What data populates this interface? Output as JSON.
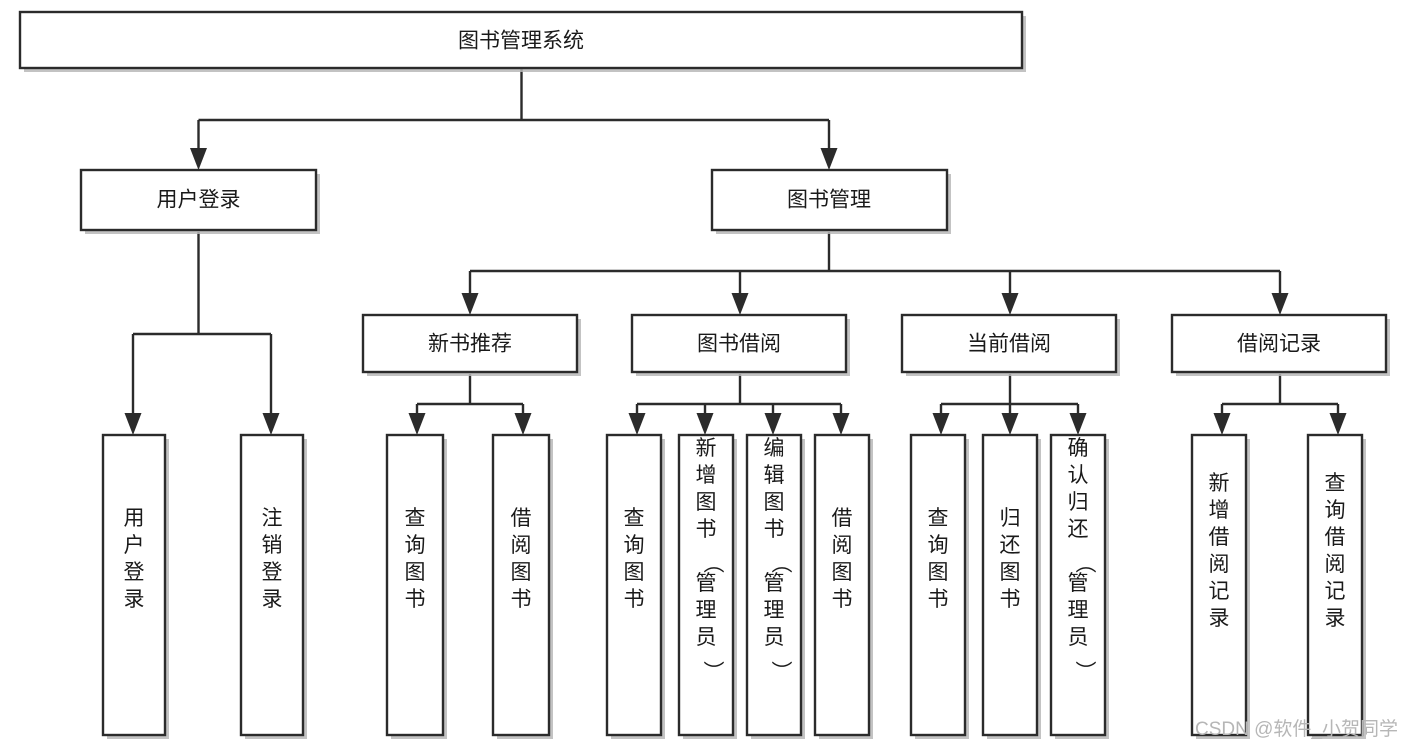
{
  "diagram": {
    "title": "图书管理系统",
    "type": "tree-hierarchy",
    "watermark": "CSDN @软件_小贺同学",
    "colors": {
      "stroke": "#2b2b2b",
      "fill": "#ffffff",
      "text": "#1a1a1a",
      "watermark": "#b6b6b6",
      "shadow": "#b9b9b9"
    },
    "nodes": {
      "root": {
        "label": "图书管理系统"
      },
      "level2": [
        {
          "id": "user-login",
          "label": "用户登录"
        },
        {
          "id": "book-management",
          "label": "图书管理"
        }
      ],
      "level3": [
        {
          "id": "new-book-recommend",
          "label": "新书推荐"
        },
        {
          "id": "book-borrow",
          "label": "图书借阅"
        },
        {
          "id": "current-borrow",
          "label": "当前借阅"
        },
        {
          "id": "borrow-record",
          "label": "借阅记录"
        }
      ],
      "leaves": {
        "user_login": [
          {
            "id": "leaf-user-login",
            "label": "用户登录"
          },
          {
            "id": "leaf-logout-login",
            "label": "注销登录"
          }
        ],
        "new_book_recommend": [
          {
            "id": "leaf-query-book-1",
            "label": "查询图书"
          },
          {
            "id": "leaf-borrow-book-1",
            "label": "借阅图书"
          }
        ],
        "book_borrow": [
          {
            "id": "leaf-query-book-2",
            "label": "查询图书"
          },
          {
            "id": "leaf-add-book",
            "label": "新增图书（管理员）"
          },
          {
            "id": "leaf-edit-book",
            "label": "编辑图书（管理员）"
          },
          {
            "id": "leaf-borrow-book-2",
            "label": "借阅图书"
          }
        ],
        "current_borrow": [
          {
            "id": "leaf-query-book-3",
            "label": "查询图书"
          },
          {
            "id": "leaf-return-book",
            "label": "归还图书"
          },
          {
            "id": "leaf-confirm-return",
            "label": "确认归还（管理员）"
          }
        ],
        "borrow_record": [
          {
            "id": "leaf-add-borrow-record",
            "label": "新增借阅记录"
          },
          {
            "id": "leaf-query-borrow-record",
            "label": "查询借阅记录"
          }
        ]
      }
    }
  }
}
